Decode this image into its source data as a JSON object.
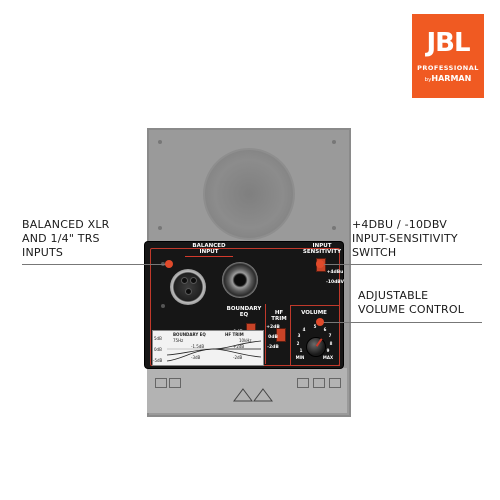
{
  "logo": {
    "brand": "JBL",
    "line1": "PROFESSIONAL",
    "line2_prefix": "by",
    "line2": "HARMAN",
    "color": "#f05a22"
  },
  "callouts": {
    "left_line1": "BALANCED XLR",
    "left_line2": "AND 1/4\" TRS",
    "left_line3": "INPUTS",
    "right_top_line1": "+4DBU / -10DBV",
    "right_top_line2": "INPUT-SENSITIVITY",
    "right_top_line3": "SWITCH",
    "right_bottom_line1": "ADJUSTABLE",
    "right_bottom_line2": "VOLUME CONTROL"
  },
  "panel": {
    "balanced_input_1": "BALANCED",
    "balanced_input_2": "INPUT",
    "input_sensitivity_1": "INPUT",
    "input_sensitivity_2": "SENSITIVITY",
    "plus4": "+4dBu",
    "minus10": "-10dBV",
    "boundary_eq_1": "BOUNDARY",
    "boundary_eq_2": "EQ",
    "boundary_0db": "0dB",
    "boundary_m15": "-1.5dB",
    "boundary_m3": "-3dB",
    "hf_trim_1": "HF",
    "hf_trim_2": "TRIM",
    "hf_p2": "+2dB",
    "hf_0": "0dB",
    "hf_m2": "-2dB",
    "volume": "VOLUME",
    "min": "MIN",
    "max": "MAX",
    "eq_title": "BOUNDARY EQ",
    "eq_title2": "HF TRIM",
    "eq_5db": "5dB",
    "eq_0db": "0dB",
    "eq_m5db": "-5dB",
    "eq_75hz": "75Hz",
    "eq_10khz": "10kHz",
    "eq_m15": "-1.5dB",
    "eq_m3": "-3dB",
    "eq_p2": "+2dB",
    "eq_m2": "-2dB",
    "vol_1": "1",
    "vol_2": "2",
    "vol_3": "3",
    "vol_4": "4",
    "vol_5": "5",
    "vol_6": "6",
    "vol_7": "7",
    "vol_8": "8",
    "vol_9": "9"
  },
  "accent_color": "#e04a2b"
}
